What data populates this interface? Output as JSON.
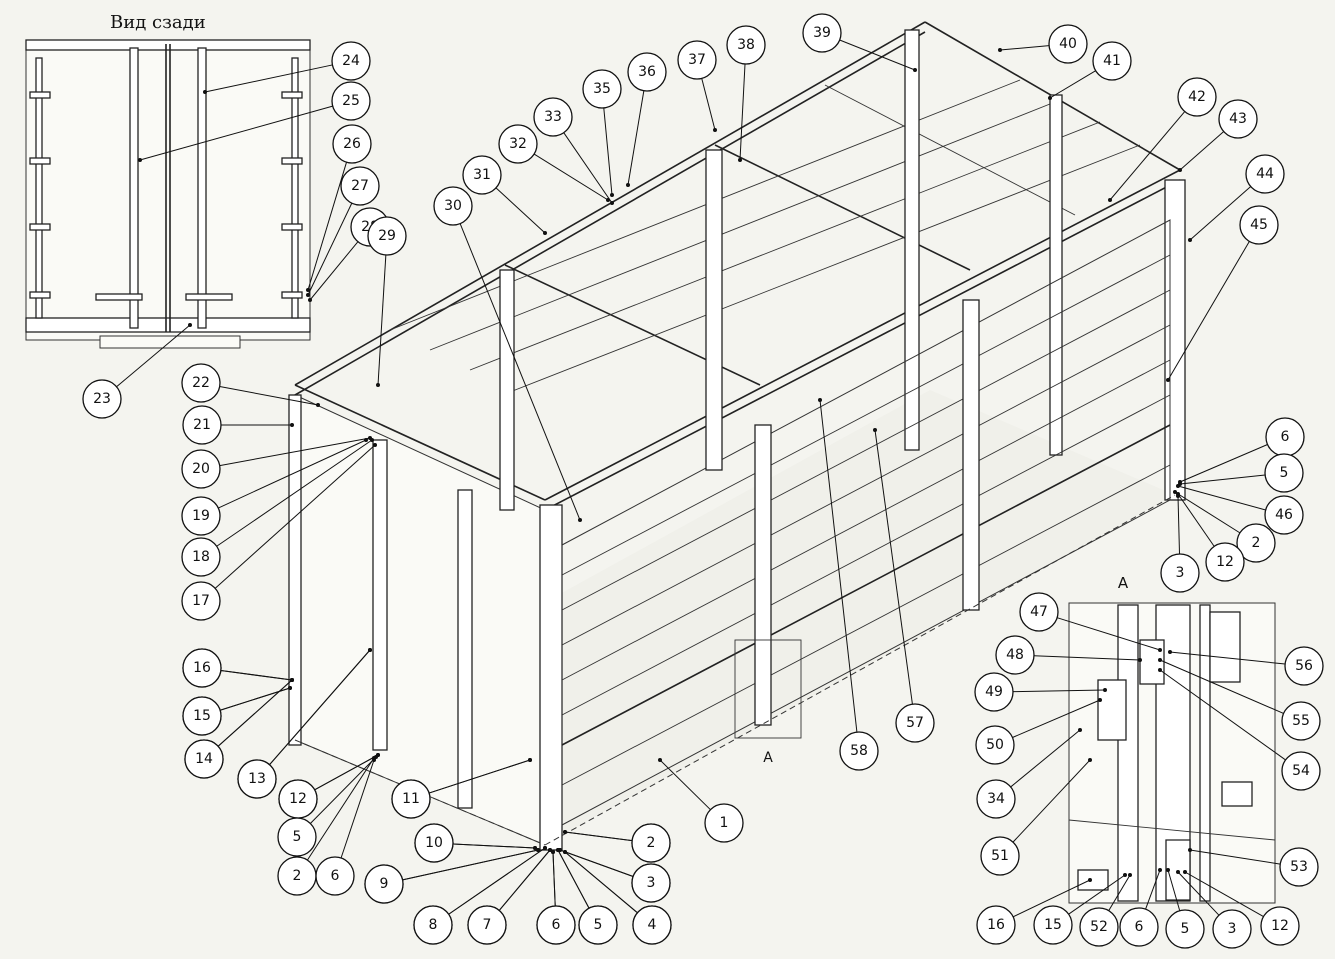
{
  "inset_rear": {
    "title": "Вид сзади"
  },
  "inset_detail": {
    "title": "A"
  },
  "detail_marker": {
    "label": "A"
  },
  "callouts": [
    {
      "label": "1"
    },
    {
      "label": "2"
    },
    {
      "label": "3"
    },
    {
      "label": "4"
    },
    {
      "label": "5"
    },
    {
      "label": "6"
    },
    {
      "label": "7"
    },
    {
      "label": "8"
    },
    {
      "label": "9"
    },
    {
      "label": "10"
    },
    {
      "label": "11"
    },
    {
      "label": "12"
    },
    {
      "label": "13"
    },
    {
      "label": "14"
    },
    {
      "label": "15"
    },
    {
      "label": "16"
    },
    {
      "label": "17"
    },
    {
      "label": "18"
    },
    {
      "label": "19"
    },
    {
      "label": "20"
    },
    {
      "label": "21"
    },
    {
      "label": "22"
    },
    {
      "label": "23"
    },
    {
      "label": "24"
    },
    {
      "label": "25"
    },
    {
      "label": "26"
    },
    {
      "label": "27"
    },
    {
      "label": "28"
    },
    {
      "label": "29"
    },
    {
      "label": "30"
    },
    {
      "label": "31"
    },
    {
      "label": "32"
    },
    {
      "label": "33"
    },
    {
      "label": "35"
    },
    {
      "label": "36"
    },
    {
      "label": "37"
    },
    {
      "label": "38"
    },
    {
      "label": "39"
    },
    {
      "label": "40"
    },
    {
      "label": "41"
    },
    {
      "label": "42"
    },
    {
      "label": "43"
    },
    {
      "label": "44"
    },
    {
      "label": "45"
    },
    {
      "label": "6"
    },
    {
      "label": "5"
    },
    {
      "label": "46"
    },
    {
      "label": "2"
    },
    {
      "label": "12"
    },
    {
      "label": "3"
    },
    {
      "label": "16"
    },
    {
      "label": "15"
    },
    {
      "label": "14"
    },
    {
      "label": "13"
    },
    {
      "label": "12"
    },
    {
      "label": "5"
    },
    {
      "label": "2"
    },
    {
      "label": "6"
    },
    {
      "label": "11"
    },
    {
      "label": "10"
    },
    {
      "label": "9"
    },
    {
      "label": "8"
    },
    {
      "label": "7"
    },
    {
      "label": "6"
    },
    {
      "label": "5"
    },
    {
      "label": "4"
    },
    {
      "label": "3"
    },
    {
      "label": "2"
    },
    {
      "label": "58"
    },
    {
      "label": "57"
    },
    {
      "label": "47"
    },
    {
      "label": "48"
    },
    {
      "label": "49"
    },
    {
      "label": "50"
    },
    {
      "label": "34"
    },
    {
      "label": "51"
    },
    {
      "label": "56"
    },
    {
      "label": "55"
    },
    {
      "label": "54"
    },
    {
      "label": "53"
    },
    {
      "label": "16"
    },
    {
      "label": "15"
    },
    {
      "label": "52"
    },
    {
      "label": "6"
    },
    {
      "label": "5"
    },
    {
      "label": "3"
    },
    {
      "label": "12"
    }
  ]
}
